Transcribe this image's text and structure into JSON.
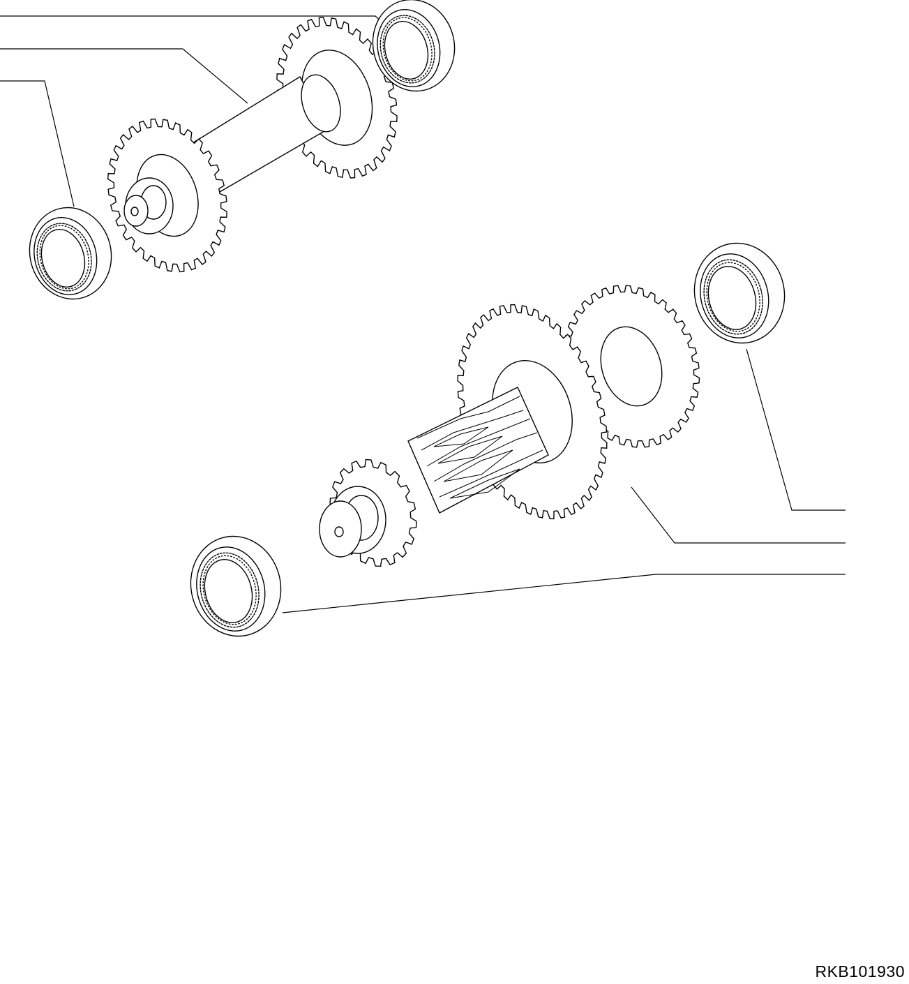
{
  "drawing": {
    "id_label": "RKB101930",
    "background": "#ffffff",
    "line_color": "#000000"
  },
  "parts": [
    {
      "name": "bearing"
    },
    {
      "name": "shaft"
    },
    {
      "name": "gear"
    },
    {
      "name": "spline-shaft"
    }
  ]
}
